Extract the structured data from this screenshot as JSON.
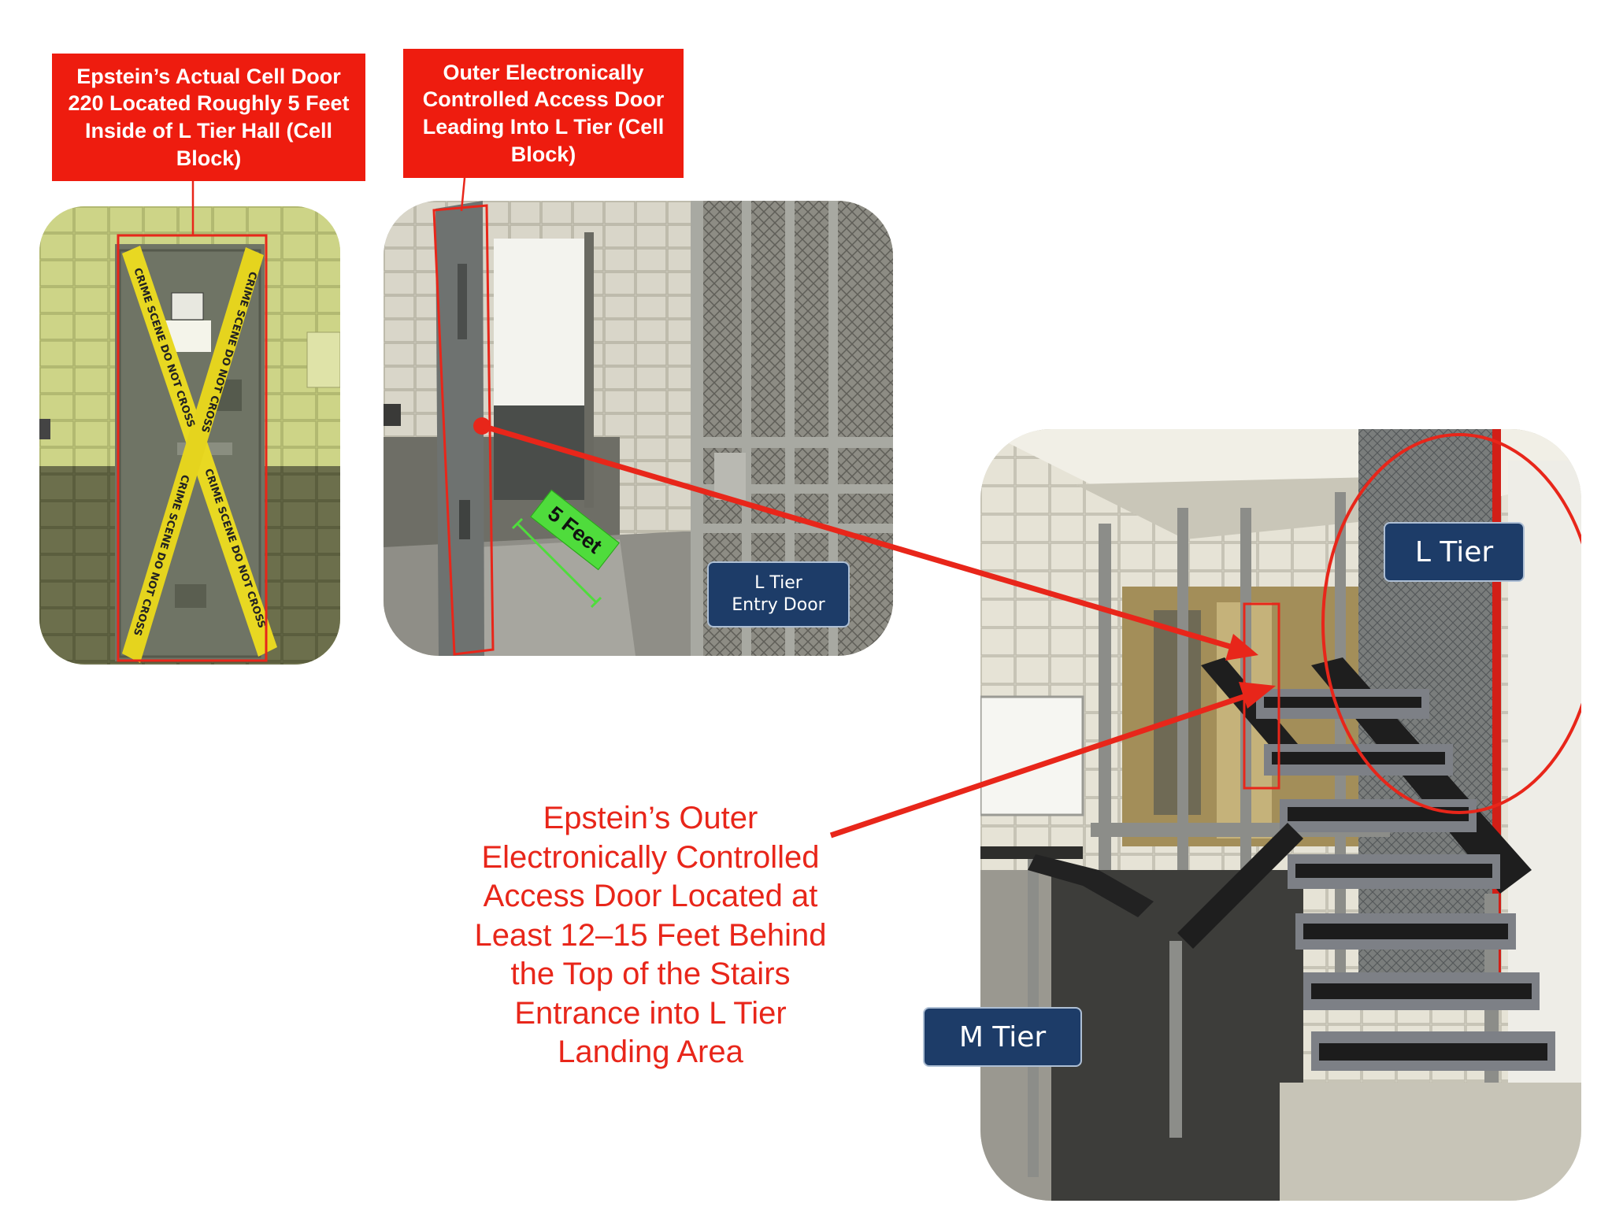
{
  "labels": {
    "cell_door": "Epstein’s Actual Cell Door 220 Located Roughly 5 Feet Inside of L Tier Hall (Cell Block)",
    "outer_door": "Outer Electronically Controlled Access Door Leading Into L Tier (Cell Block)"
  },
  "photo_badges": {
    "l_tier_entry_line1": "L Tier",
    "l_tier_entry_line2": "Entry Door",
    "l_tier": "L Tier",
    "m_tier": "M Tier",
    "five_feet": "5 Feet"
  },
  "annotation": "Epstein’s Outer Electronically Controlled Access Door Located at Least 12–15 Feet Behind the Top of the Stairs Entrance into L Tier Landing Area",
  "colors": {
    "label_red": "#ee1c0f",
    "annotation_red": "#e8261a",
    "badge_navy": "#1d3c68",
    "measure_green": "#4fdc3c"
  },
  "icons": [
    "arrow-right-icon",
    "arrow-up-right-icon"
  ]
}
